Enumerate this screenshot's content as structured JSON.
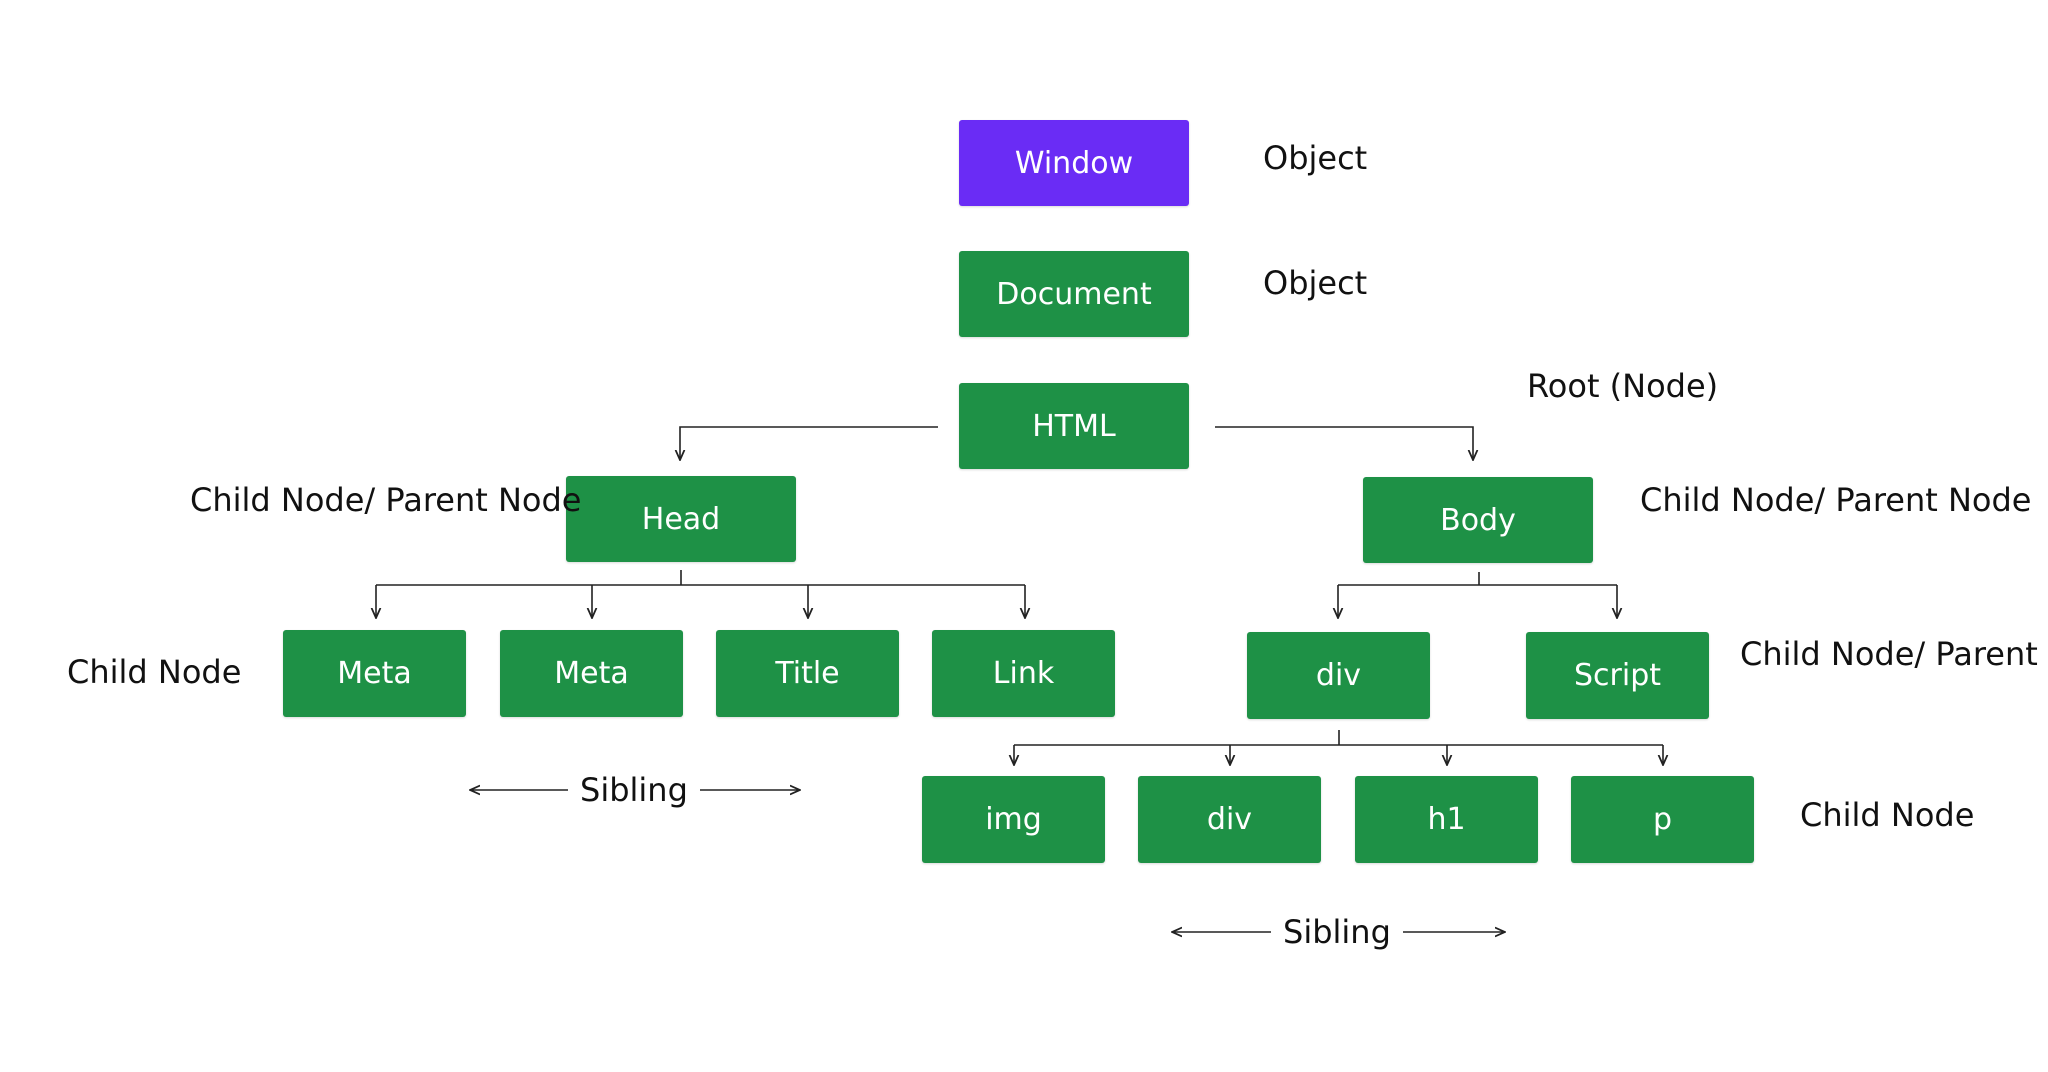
{
  "colors": {
    "window": "#6a2cf5",
    "node": "#1e9146",
    "line": "#222222"
  },
  "nodes": {
    "window": "Window",
    "document": "Document",
    "html": "HTML",
    "head": "Head",
    "body": "Body",
    "meta1": "Meta",
    "meta2": "Meta",
    "title": "Title",
    "link": "Link",
    "div": "div",
    "script": "Script",
    "img": "img",
    "div2": "div",
    "h1": "h1",
    "p": "p"
  },
  "labels": {
    "window_type": "Object",
    "document_type": "Object",
    "root": "Root (Node)",
    "head_role": [
      "Child Node/",
      "Parent Node"
    ],
    "body_role": [
      "Child Node/",
      "Parent Node"
    ],
    "head_children_role": "Child Node",
    "div_script_role": [
      "Child Node/",
      "Parent Node"
    ],
    "div_children_role": "Child Node",
    "sibling_left": "Sibling",
    "sibling_right": "Sibling"
  }
}
